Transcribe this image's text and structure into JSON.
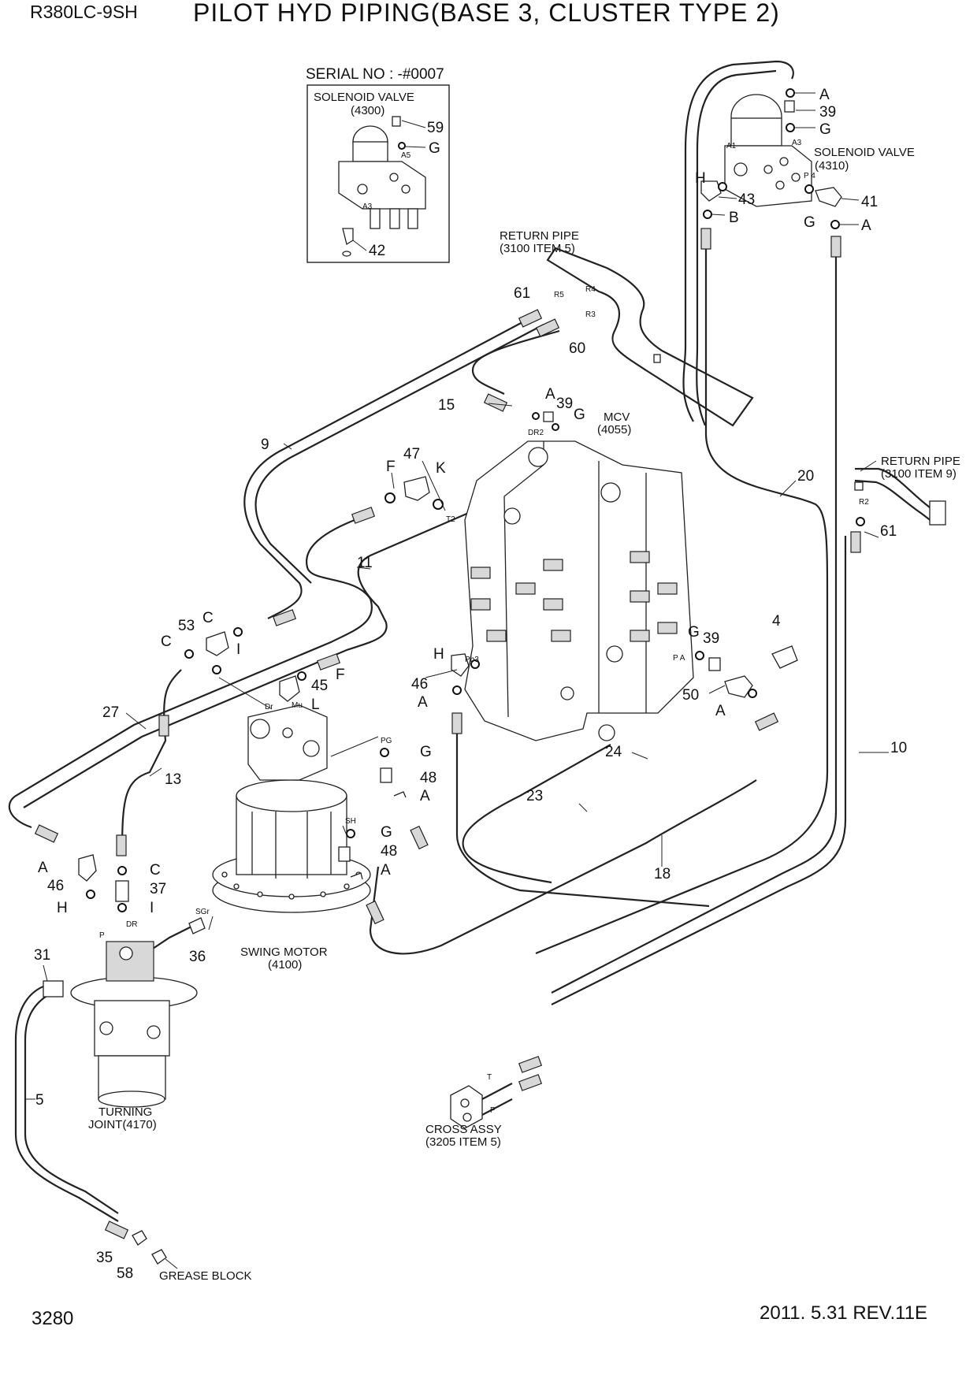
{
  "header": {
    "model": "R380LC-9SH",
    "title": "PILOT HYD PIPING(BASE 3, CLUSTER TYPE 2)"
  },
  "footer": {
    "page_number": "3280",
    "revision": "2011. 5.31  REV.11E"
  },
  "inset": {
    "serial": "SERIAL NO : -#0007",
    "component_name": "SOLENOID VALVE",
    "component_ref": "(4300)",
    "callouts": [
      "59",
      "G",
      "42"
    ],
    "port_labels": [
      "A5",
      "A3"
    ]
  },
  "components": {
    "solenoid_valve": {
      "name": "SOLENOID VALVE",
      "ref": "(4310)"
    },
    "mcv": {
      "name": "MCV",
      "ref": "(4055)"
    },
    "return_pipe_1": {
      "name": "RETURN PIPE",
      "ref": "(3100  ITEM 5)"
    },
    "return_pipe_2": {
      "name": "RETURN PIPE",
      "ref": "(3100  ITEM 9)"
    },
    "swing_motor": {
      "name": "SWING MOTOR",
      "ref": "(4100)"
    },
    "turning_joint": {
      "name": "TURNING",
      "ref": "JOINT(4170)"
    },
    "cross_assy": {
      "name": "CROSS ASSY",
      "ref": "(3205 ITEM 5)"
    },
    "grease_block": {
      "name": "GREASE BLOCK"
    }
  },
  "callouts": {
    "c_a1": "A",
    "c_39a": "39",
    "c_g1": "G",
    "c_h1": "H",
    "c_43": "43",
    "c_b": "B",
    "c_41": "41",
    "c_g2": "G",
    "c_a2": "A",
    "c_61a": "61",
    "c_60": "60",
    "c_15": "15",
    "c_a3": "A",
    "c_39b": "39",
    "c_g3": "G",
    "c_9": "9",
    "c_f1": "F",
    "c_47": "47",
    "c_k": "K",
    "c_20": "20",
    "c_61b": "61",
    "c_11": "11",
    "c_c1": "C",
    "c_53": "53",
    "c_c2": "C",
    "c_i1": "I",
    "c_45": "45",
    "c_f2": "F",
    "c_l": "L",
    "c_h2": "H",
    "c_46a": "46",
    "c_a4": "A",
    "c_g4": "G",
    "c_39c": "39",
    "c_4": "4",
    "c_50": "50",
    "c_a5": "A",
    "c_27": "27",
    "c_13": "13",
    "c_g5": "G",
    "c_48a": "48",
    "c_a6": "A",
    "c_24": "24",
    "c_10": "10",
    "c_23": "23",
    "c_a7": "A",
    "c_46b": "46",
    "c_c3": "C",
    "c_37": "37",
    "c_h3": "H",
    "c_i2": "I",
    "c_g6": "G",
    "c_48b": "48",
    "c_a8": "A",
    "c_18": "18",
    "c_31": "31",
    "c_36": "36",
    "c_5": "5",
    "c_35": "35",
    "c_58": "58"
  },
  "ports": {
    "p_a1": "A1",
    "p_a3": "A3",
    "p_p4": "P 4",
    "p_r5": "R5",
    "p_r4": "R4",
    "p_r3": "R3",
    "p_dr2": "DR2",
    "p_t2": "T2",
    "p_r2": "R2",
    "p_pb3": "Pb3",
    "p_pa": "P A",
    "p_dr": "Dr",
    "p_mu": "Mu",
    "p_pg": "PG",
    "p_sh": "SH",
    "p_sgr": "SGr",
    "p_p": "P",
    "p_drj": "DR",
    "p_t": "T",
    "p_pc": "P"
  }
}
